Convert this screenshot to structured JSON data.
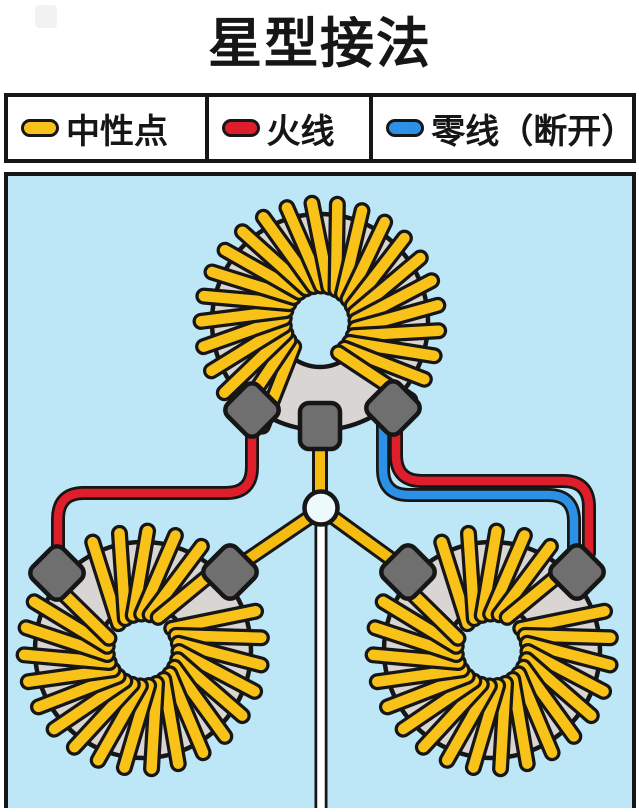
{
  "page": {
    "title": "星型接法"
  },
  "legend": {
    "items": [
      {
        "name": "neutral-point",
        "label": "中性点",
        "color": "#F7C31A"
      },
      {
        "name": "live-wire",
        "label": "火线",
        "color": "#DE1E2B"
      },
      {
        "name": "neutral-wire-open",
        "label": "零线（断开）",
        "color": "#2B90E6"
      }
    ]
  },
  "diagram": {
    "background": "#BDE7F6",
    "outline_color": "#161616",
    "core_color": "#D8D5D3",
    "winding_color": "#F9C219",
    "terminal_color": "#6F6F6F",
    "junction_fill": "#EEF9FD",
    "neutral_point_color": "#F5BB0E",
    "live_wire_color": "#DE1E2B",
    "neutral_wire_color": "#2B90E6",
    "neutral_lead_color": "#FFFFFF",
    "coils": [
      {
        "id": "top",
        "windings": 24
      },
      {
        "id": "bottom-left",
        "windings": 25
      },
      {
        "id": "bottom-right",
        "windings": 25
      }
    ]
  }
}
